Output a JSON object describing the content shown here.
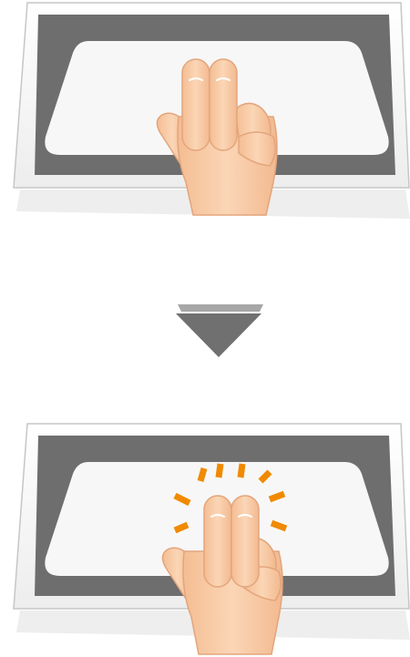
{
  "diagram": {
    "steps": [
      {
        "id": "step-1",
        "gesture": "two-finger-rest",
        "icon": "two-finger-hand-icon"
      },
      {
        "id": "step-2",
        "gesture": "two-finger-tap",
        "icon": "two-finger-tap-icon"
      }
    ],
    "transition": {
      "icon": "down-arrow-icon"
    },
    "colors": {
      "frame": "#ffffff",
      "frame_edge": "#c9c9c9",
      "screen_dark": "#6e6e6e",
      "touchpad": "#f7f7f7",
      "skin": "#f7cba4",
      "skin_outline": "#e3a57c",
      "tap_burst": "#f08a00",
      "arrow_dark": "#707070",
      "arrow_light": "#a7a7a7"
    }
  }
}
